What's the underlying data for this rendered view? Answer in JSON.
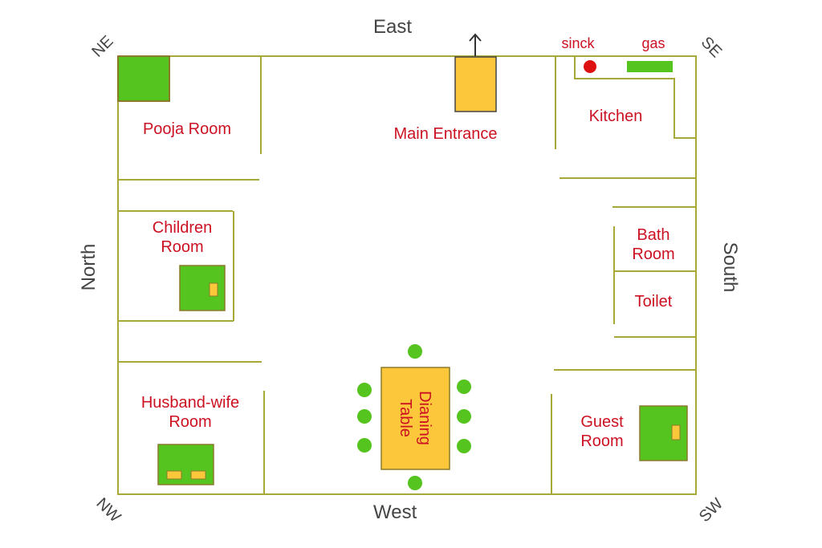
{
  "directions": {
    "east": "East",
    "west": "West",
    "north": "North",
    "south": "South",
    "ne": "NE",
    "se": "SE",
    "nw": "NW",
    "sw": "SW"
  },
  "rooms": {
    "pooja": "Pooja Room",
    "main_entrance": "Main Entrance",
    "kitchen": "Kitchen",
    "sinck": "sinck",
    "gas": "gas",
    "children_line1": "Children",
    "children_line2": "Room",
    "bath_line1": "Bath",
    "bath_line2": "Room",
    "toilet": "Toilet",
    "husband_line1": "Husband-wife",
    "husband_line2": "Room",
    "dining_line1": "Dianing",
    "dining_line2": "Table",
    "guest_line1": "Guest",
    "guest_line2": "Room"
  },
  "colors": {
    "wall": "#a6a838",
    "green_block": "#55c41e",
    "yellow_block": "#fcc73a",
    "label_red": "#cc1122",
    "sink_red": "#dd1111",
    "direction_gray": "#444444"
  }
}
